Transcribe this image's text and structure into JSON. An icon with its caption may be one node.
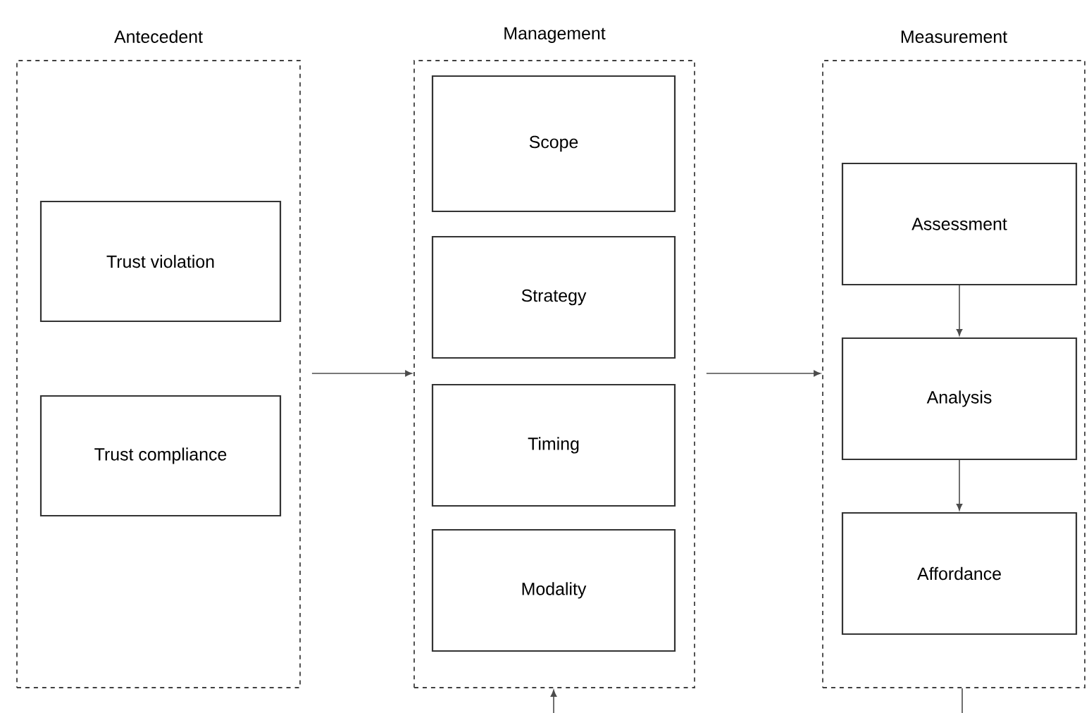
{
  "diagram": {
    "nodes": [
      {
        "text": [
          "Antecedent"
        ]
      },
      {
        "text": [
          "Trust violation"
        ],
        "in": 0
      },
      {
        "text": [
          "Trust compliance"
        ],
        "in": 0
      },
      {
        "text": [
          "Management"
        ]
      },
      {
        "text": [
          "Scope"
        ],
        "in": 3
      },
      {
        "text": [
          "Strategy"
        ],
        "in": 3
      },
      {
        "text": [
          "Timing"
        ],
        "in": 3
      },
      {
        "text": [
          "Modality"
        ],
        "in": 3
      },
      {
        "text": [
          "Measurement"
        ]
      },
      {
        "text": [
          "Assessment"
        ],
        "in": 8
      },
      {
        "text": [
          "Analysis"
        ],
        "in": 8
      },
      {
        "text": [
          "Affordance"
        ],
        "in": 8
      }
    ],
    "edges": [
      {
        "from": 0,
        "to": 3,
        "arrow": "to"
      },
      {
        "from": 3,
        "to": 8,
        "arrow": "to"
      },
      {
        "from": 9,
        "to": 10,
        "arrow": "to"
      },
      {
        "from": 10,
        "to": 11,
        "arrow": "to"
      },
      {
        "from": null,
        "to": 3,
        "arrow": "to"
      },
      {
        "from": 8,
        "to": null,
        "arrow": "none"
      }
    ]
  }
}
